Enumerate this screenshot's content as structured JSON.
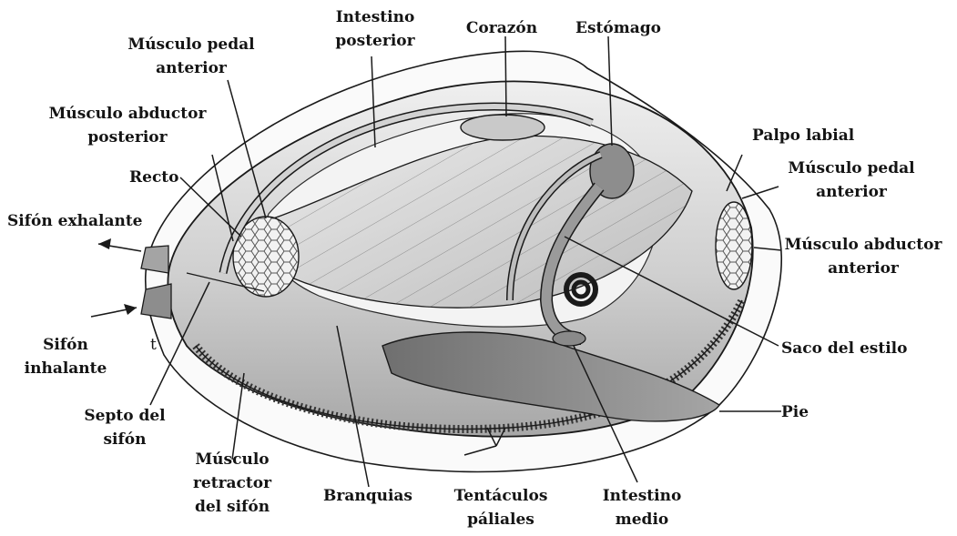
{
  "labels": {
    "intestino_posterior": [
      "Intestino",
      "posterior"
    ],
    "corazon": "Corazón",
    "estomago": "Estómago",
    "musculo_pedal_anterior_top": [
      "Músculo pedal",
      "anterior"
    ],
    "musculo_abductor_posterior": [
      "Músculo abductor",
      "posterior"
    ],
    "palpo_labial": "Palpo labial",
    "musculo_pedal_anterior_right": [
      "Músculo pedal",
      "anterior"
    ],
    "recto": "Recto",
    "sifon_exhalante": "Sifón exhalante",
    "musculo_abductor_anterior": [
      "Músculo abductor",
      "anterior"
    ],
    "sifon_inhalante": [
      "Sifón",
      "inhalante"
    ],
    "t": "t",
    "saco_del_estilo": "Saco del estilo",
    "septo_del_sifon": [
      "Septo del",
      "sifón"
    ],
    "pie": "Pie",
    "musculo_retractor": [
      "Músculo",
      "retractor",
      "del sifón"
    ],
    "branquias": "Branquias",
    "tentaculos_paliales": [
      "Tentáculos",
      "páliales"
    ],
    "intestino_medio": [
      "Intestino",
      "medio"
    ]
  },
  "colors": {
    "background": "#ffffff",
    "outline": "#1a1a1a",
    "body_light": "#e2e2e2",
    "body_mid": "#b5b5b5",
    "body_dark": "#7d7d7d"
  }
}
